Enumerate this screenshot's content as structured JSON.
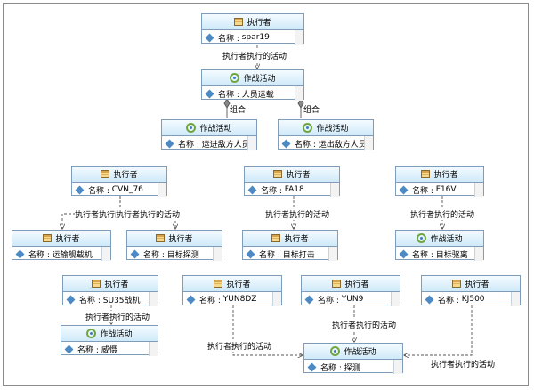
{
  "attr_prefix": "名称 :",
  "types": {
    "actor": "执行者",
    "activity": "作战活动"
  },
  "nodes": [
    {
      "id": "spar19",
      "type": "actor",
      "name": "spar19"
    },
    {
      "id": "act_renyuan",
      "type": "activity",
      "name": "人员运载"
    },
    {
      "id": "act_yunjin",
      "type": "activity",
      "name": "运进敌方人员"
    },
    {
      "id": "act_yunchu",
      "type": "activity",
      "name": "运出敌方人员"
    },
    {
      "id": "cvn76",
      "type": "actor",
      "name": "CVN_76"
    },
    {
      "id": "fa18",
      "type": "actor",
      "name": "FA18"
    },
    {
      "id": "f16v",
      "type": "actor",
      "name": "F16V"
    },
    {
      "id": "yunshu",
      "type": "actor",
      "name": "运输舰载机"
    },
    {
      "id": "mubiao_tance",
      "type": "actor",
      "name": "目标探测"
    },
    {
      "id": "mubiao_daji",
      "type": "actor",
      "name": "目标打击"
    },
    {
      "id": "act_quli",
      "type": "activity",
      "name": "目标驱离"
    },
    {
      "id": "su35",
      "type": "actor",
      "name": "SU35战机"
    },
    {
      "id": "yun8dz",
      "type": "actor",
      "name": "YUN8DZ"
    },
    {
      "id": "yun9",
      "type": "actor",
      "name": "YUN9"
    },
    {
      "id": "kj500",
      "type": "actor",
      "name": "KJ500"
    },
    {
      "id": "act_weishe",
      "type": "activity",
      "name": "威慑"
    },
    {
      "id": "act_tance",
      "type": "activity",
      "name": "探测"
    }
  ],
  "edge_labels": {
    "exec": "执行者执行的活动",
    "compose": "组合"
  }
}
